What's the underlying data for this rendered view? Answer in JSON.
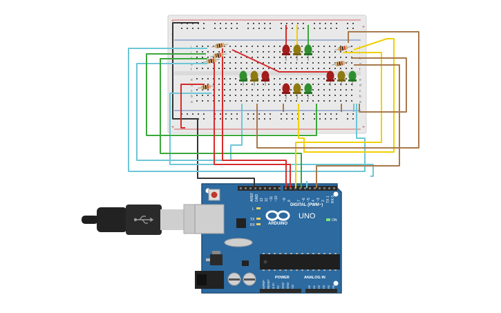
{
  "colors": {
    "background": "#ffffff",
    "breadboard": "#e9e9e9",
    "breadboard_hole": "#4a4a4a",
    "rail_red": "#d22f2f",
    "board_blue": "#2c6aa0",
    "board_edge": "#1f4f7a",
    "wire_red": "#d62a2a",
    "wire_yellow": "#f0d000",
    "wire_green": "#3aa83a",
    "wire_cyan": "#6cc6d6",
    "wire_brown": "#a8784a",
    "wire_black": "#333333",
    "led_red": "#a31b1b",
    "led_yellow": "#8f7a12",
    "led_green": "#2f8f2f"
  },
  "breadboard": {
    "rail_plus": "+",
    "rail_minus": "-",
    "row_letters_top": [
      "j",
      "i",
      "h",
      "g",
      "f"
    ],
    "row_letters_bottom": [
      "e",
      "d",
      "c",
      "b",
      "a"
    ]
  },
  "leds": {
    "group_top_center": [
      "red",
      "yellow",
      "green"
    ],
    "group_left": [
      "green",
      "yellow",
      "red"
    ],
    "group_right": [
      "red",
      "yellow",
      "green"
    ],
    "group_bottom_center": [
      "red",
      "yellow",
      "green"
    ]
  },
  "arduino": {
    "logo_text": "ARDUINO",
    "model": "UNO",
    "on_label": "ON",
    "digital_label": "DIGITAL (PWM~)",
    "power_label": "POWER",
    "analog_label": "ANALOG IN",
    "pin_labels_top": [
      "AREF",
      "GND",
      "13",
      "12",
      "~11",
      "~10",
      "~9",
      "8",
      "7",
      "~6",
      "~5",
      "4",
      "~3",
      "2",
      "TX 1",
      "RX 0"
    ],
    "pin_labels_bottom": [
      "IOREF",
      "RESET",
      "3.3V",
      "5V",
      "GND",
      "GND",
      "Vin",
      "A0",
      "A1",
      "A2",
      "A3",
      "A4",
      "A5"
    ],
    "indicator_labels": [
      "L",
      "TX",
      "RX"
    ]
  },
  "usb": {
    "icon": "usb-icon"
  }
}
